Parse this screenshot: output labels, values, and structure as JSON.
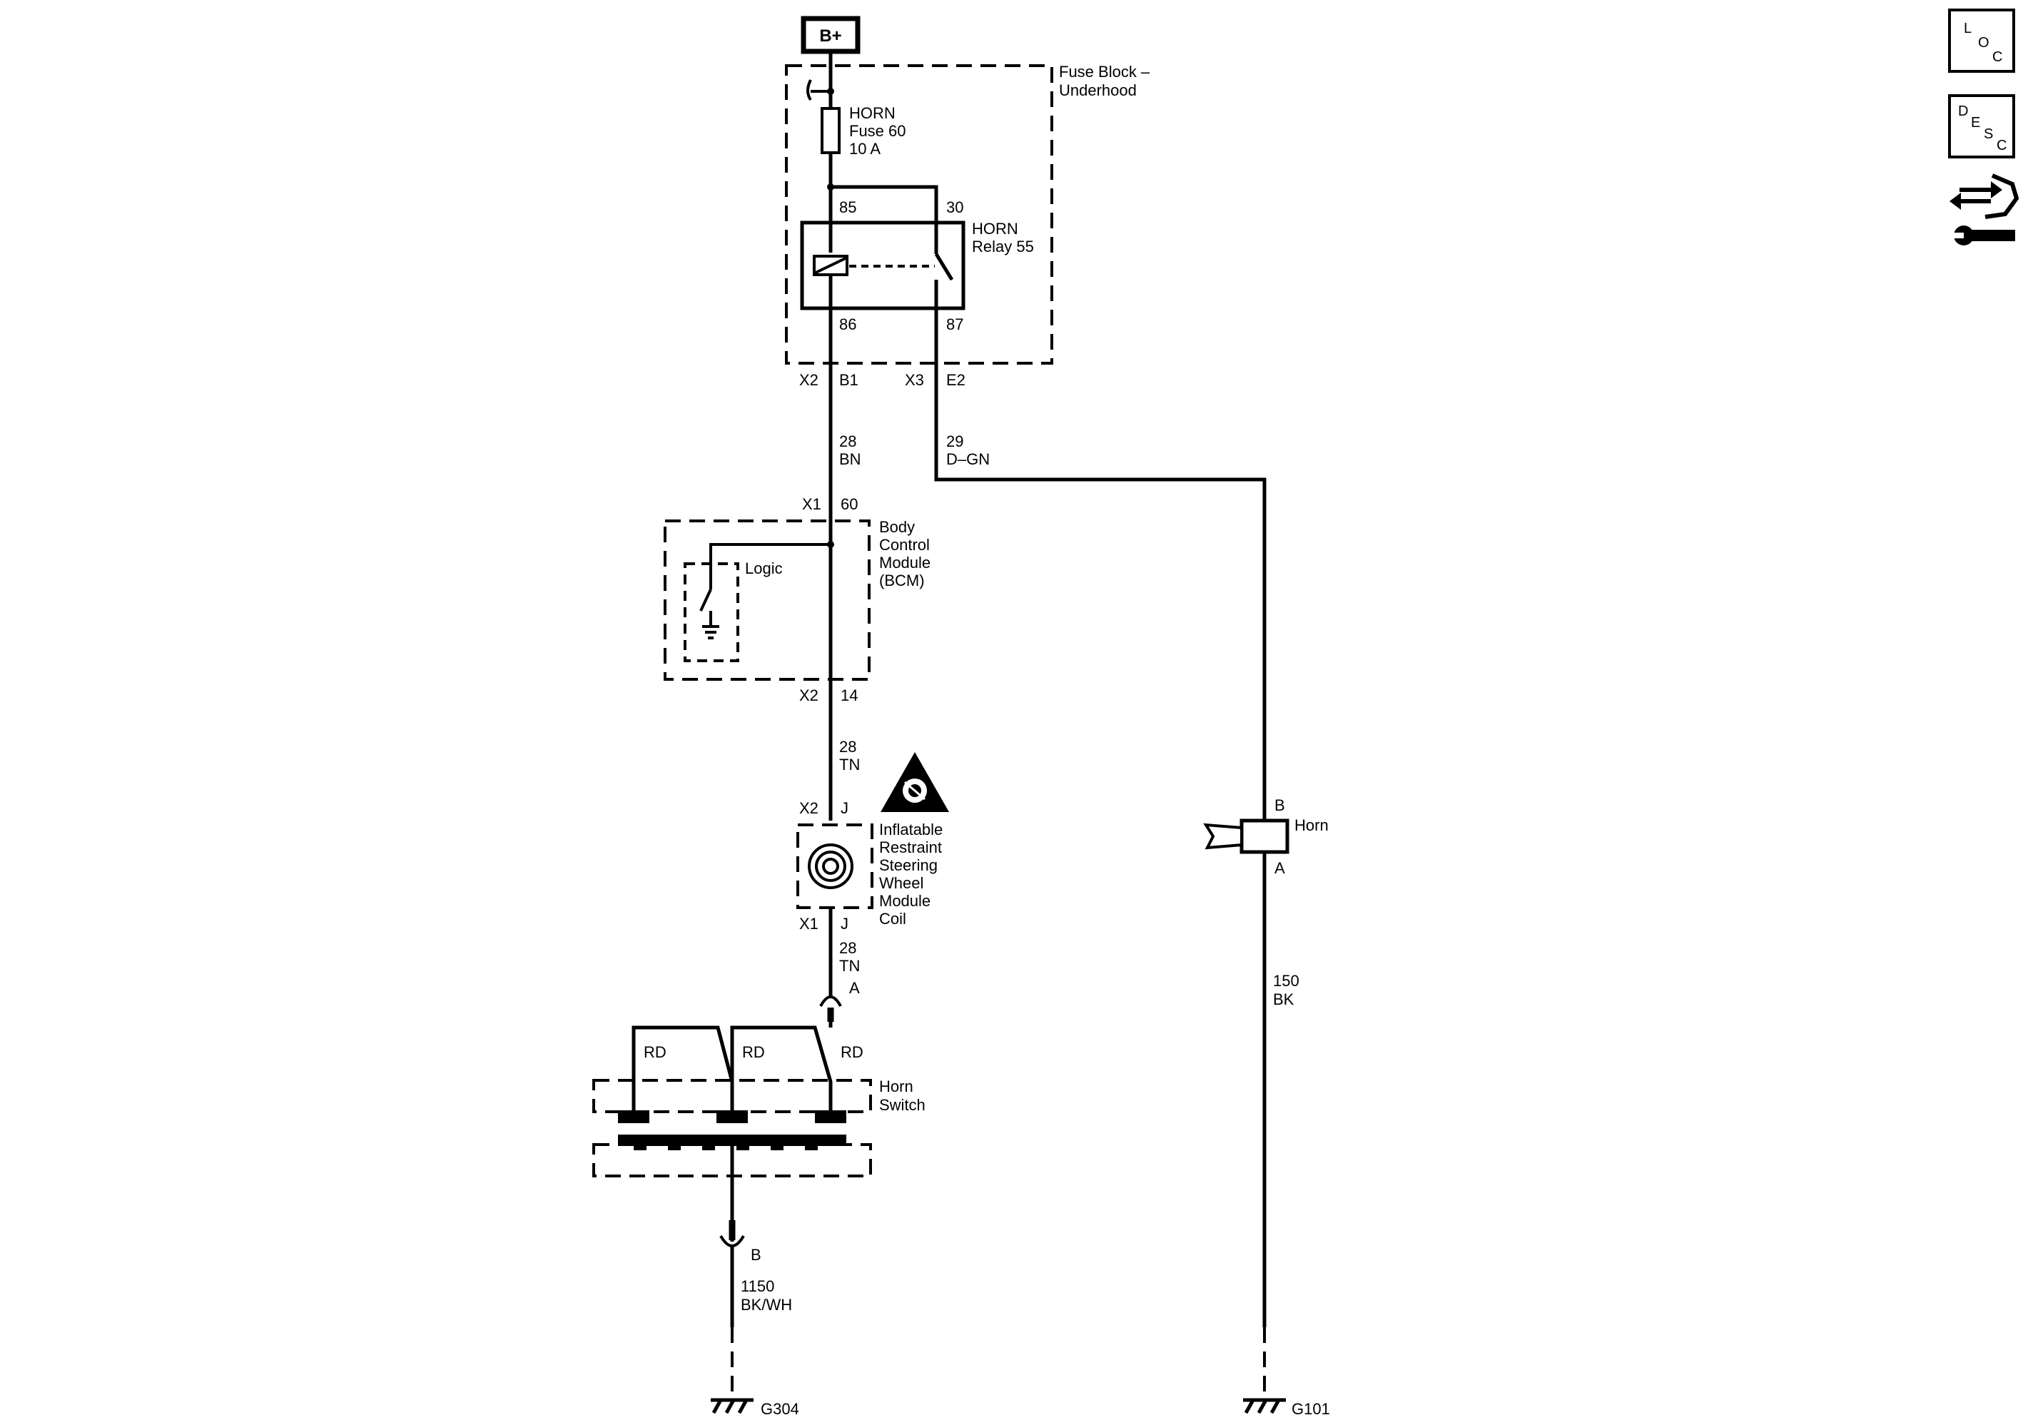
{
  "supply": {
    "label": "B+"
  },
  "fuse_block": {
    "title_line1": "Fuse Block –",
    "title_line2": "Underhood",
    "fuse_line1": "HORN",
    "fuse_line2": "Fuse 60",
    "fuse_line3": "10 A",
    "relay_line1": "HORN",
    "relay_line2": "Relay 55",
    "pin_85": "85",
    "pin_30": "30",
    "pin_86": "86",
    "pin_87": "87",
    "conn_left": "X2",
    "pin_left": "B1",
    "conn_right": "X3",
    "pin_right": "E2"
  },
  "wire_28_bn": {
    "circuit": "28",
    "color": "BN"
  },
  "wire_29_dgn": {
    "circuit": "29",
    "color": "D–GN"
  },
  "bcm": {
    "conn_top": "X1",
    "pin_top": "60",
    "line1": "Body",
    "line2": "Control",
    "line3": "Module",
    "line4": "(BCM)",
    "logic_label": "Logic",
    "conn_bottom": "X2",
    "pin_bottom": "14"
  },
  "wire_28_tn_upper": {
    "circuit": "28",
    "color": "TN"
  },
  "coil": {
    "conn_top": "X2",
    "pin_top": "J",
    "conn_bottom": "X1",
    "pin_bottom": "J",
    "line1": "Inflatable",
    "line2": "Restraint",
    "line3": "Steering",
    "line4": "Wheel",
    "line5": "Module",
    "line6": "Coil"
  },
  "wire_28_tn_lower": {
    "circuit": "28",
    "color": "TN"
  },
  "connector_a": {
    "label": "A"
  },
  "horn_switch": {
    "wire1": "RD",
    "wire2": "RD",
    "wire3": "RD",
    "line1": "Horn",
    "line2": "Switch"
  },
  "connector_b_lower": {
    "label": "B"
  },
  "wire_1150": {
    "circuit": "1150",
    "color": "BK/WH"
  },
  "ground_g304": {
    "label": "G304"
  },
  "horn": {
    "pin_b": "B",
    "pin_a": "A",
    "label": "Horn"
  },
  "wire_150": {
    "circuit": "150",
    "color": "BK"
  },
  "ground_g101": {
    "label": "G101"
  },
  "side_icons": {
    "loc": {
      "l1": "L",
      "l2": "O",
      "l3": "C"
    },
    "desc": {
      "l1": "D",
      "l2": "E",
      "l3": "S",
      "l4": "C"
    },
    "repair_icon": "connector-repair-icon"
  }
}
